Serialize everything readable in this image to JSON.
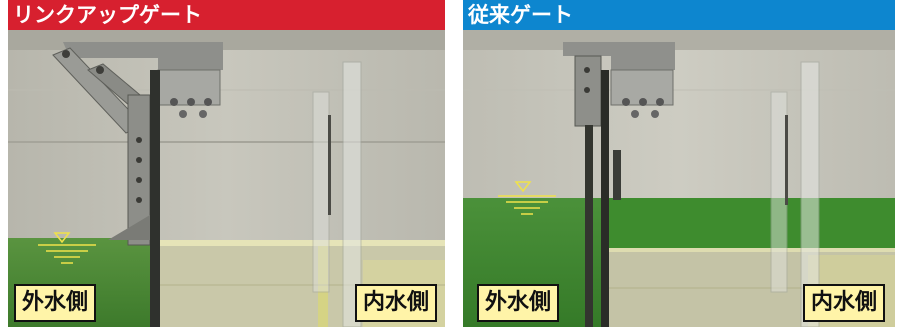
{
  "panels": [
    {
      "title": "リンクアップゲート",
      "title_color": "#d7202f",
      "labels": {
        "outer": "外水側",
        "inner": "内水側"
      },
      "outer_water": "low",
      "inner_water": "low",
      "water_color": "#4e8a35"
    },
    {
      "title": "従来ゲート",
      "title_color": "#0d86cf",
      "labels": {
        "outer": "外水側",
        "inner": "内水側"
      },
      "outer_water": "high",
      "inner_water": "high",
      "water_color": "#3f8a2c"
    }
  ]
}
